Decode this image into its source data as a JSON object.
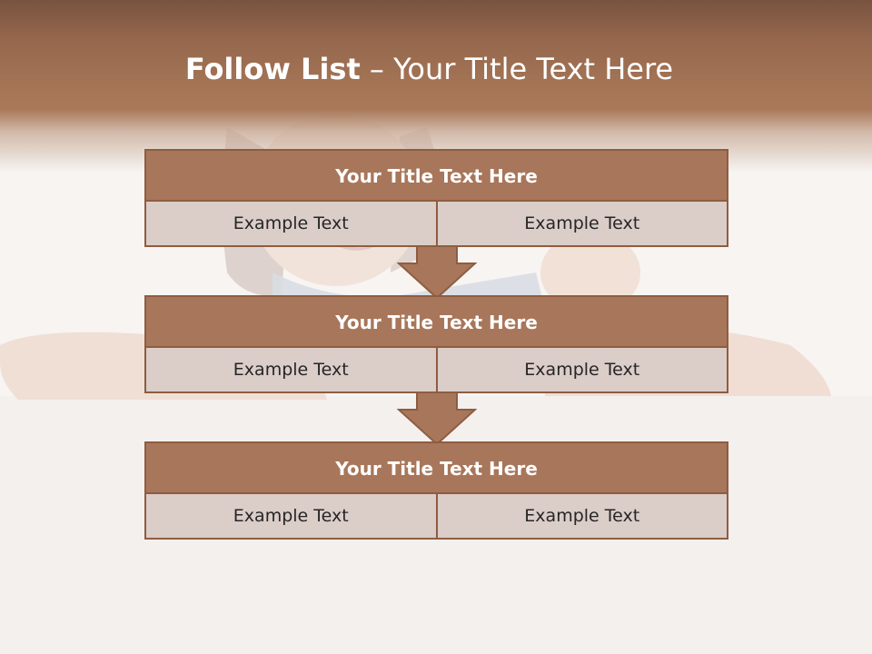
{
  "slide": {
    "title_bold": "Follow List",
    "title_rest": "– Your Title Text Here"
  },
  "blocks": [
    {
      "title": "Your Title Text Here",
      "left": "Example Text",
      "right": "Example Text"
    },
    {
      "title": "Your Title Text Here",
      "left": "Example Text",
      "right": "Example Text"
    },
    {
      "title": "Your Title Text Here",
      "left": "Example Text",
      "right": "Example Text"
    }
  ],
  "colors": {
    "header": "#a87859",
    "box_title": "#a8765a",
    "box_cell": "#dbcdc8",
    "border": "#8e5d41"
  }
}
